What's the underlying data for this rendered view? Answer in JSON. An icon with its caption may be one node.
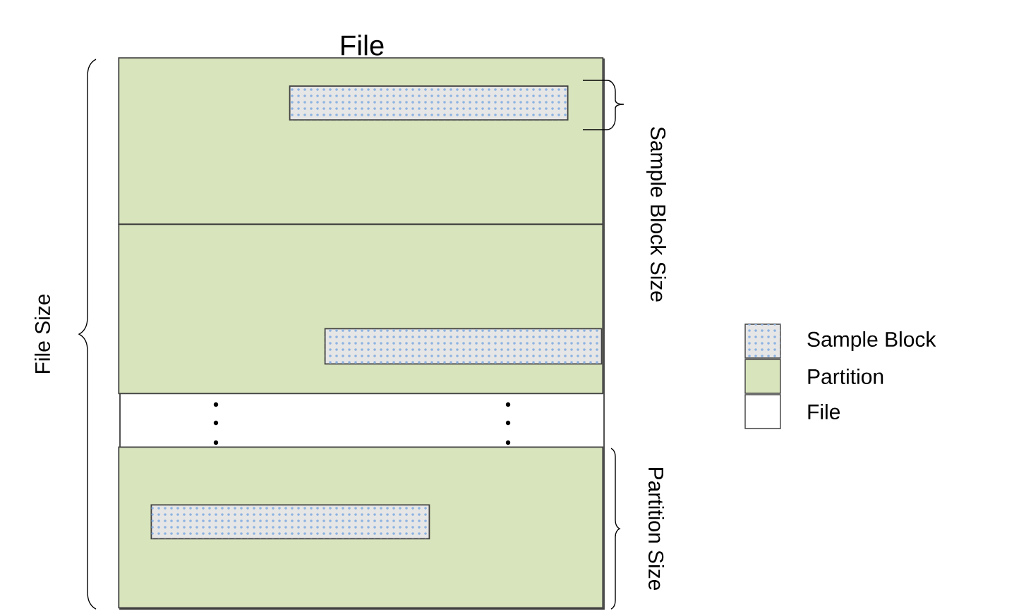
{
  "diagram": {
    "nodes": [
      {
        "text": [
          "File"
        ]
      },
      {
        "text": [],
        "shape": "box",
        "in": 0
      },
      {
        "text": [],
        "shape": "box",
        "in": 0
      },
      {
        "text": [],
        "shape": "box",
        "in": 0
      },
      {
        "text": [],
        "shape": "box",
        "in": 1
      },
      {
        "text": [],
        "shape": "box",
        "in": 2
      },
      {
        "text": [],
        "shape": "box",
        "in": 3
      }
    ],
    "edges": [],
    "labels": [
      "File Size",
      "Sample Block Size",
      "Partition Size"
    ],
    "legend": [
      {
        "text": "Sample Block",
        "color": "#e6e6e6"
      },
      {
        "text": "Partition",
        "color": "#d8e4bc"
      },
      {
        "text": "File"
      }
    ]
  }
}
